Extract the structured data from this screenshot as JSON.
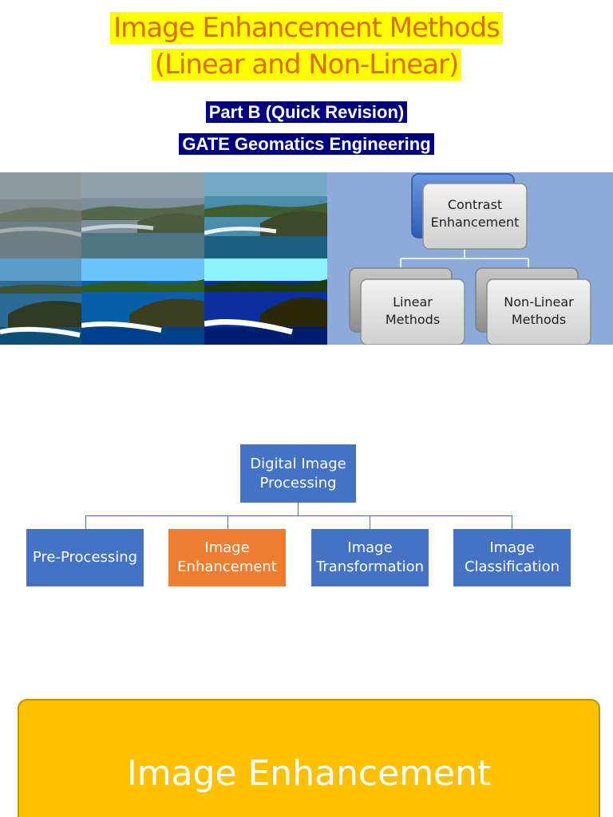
{
  "header": {
    "title_line1": "Image Enhancement Methods",
    "title_line2": "(Linear and Non-Linear)",
    "subtitle_line1": "Part B (Quick Revision)",
    "subtitle_line2": "GATE Geomatics Engineering"
  },
  "contrast_diagram": {
    "root": {
      "line1": "Contrast",
      "line2": "Enhancement"
    },
    "left_child": {
      "line1": "Linear",
      "line2": "Methods"
    },
    "right_child": {
      "line1": "Non-Linear",
      "line2": "Methods"
    }
  },
  "dip_hierarchy": {
    "root": {
      "line1": "Digital Image",
      "line2": "Processing"
    },
    "children": [
      {
        "line1": "Pre-Processing",
        "line2": ""
      },
      {
        "line1": "Image",
        "line2": "Enhancement",
        "highlighted": true
      },
      {
        "line1": "Image",
        "line2": "Transformation"
      },
      {
        "line1": "Image",
        "line2": "Classification"
      }
    ]
  },
  "banner": {
    "text": "Image Enhancement"
  },
  "colors": {
    "title_text": "#e06a00",
    "title_highlight": "#ffff00",
    "subtitle_bg": "#000080",
    "node_blue": "#4472c4",
    "node_orange": "#ed7d31",
    "banner_bg": "#ffc000"
  }
}
